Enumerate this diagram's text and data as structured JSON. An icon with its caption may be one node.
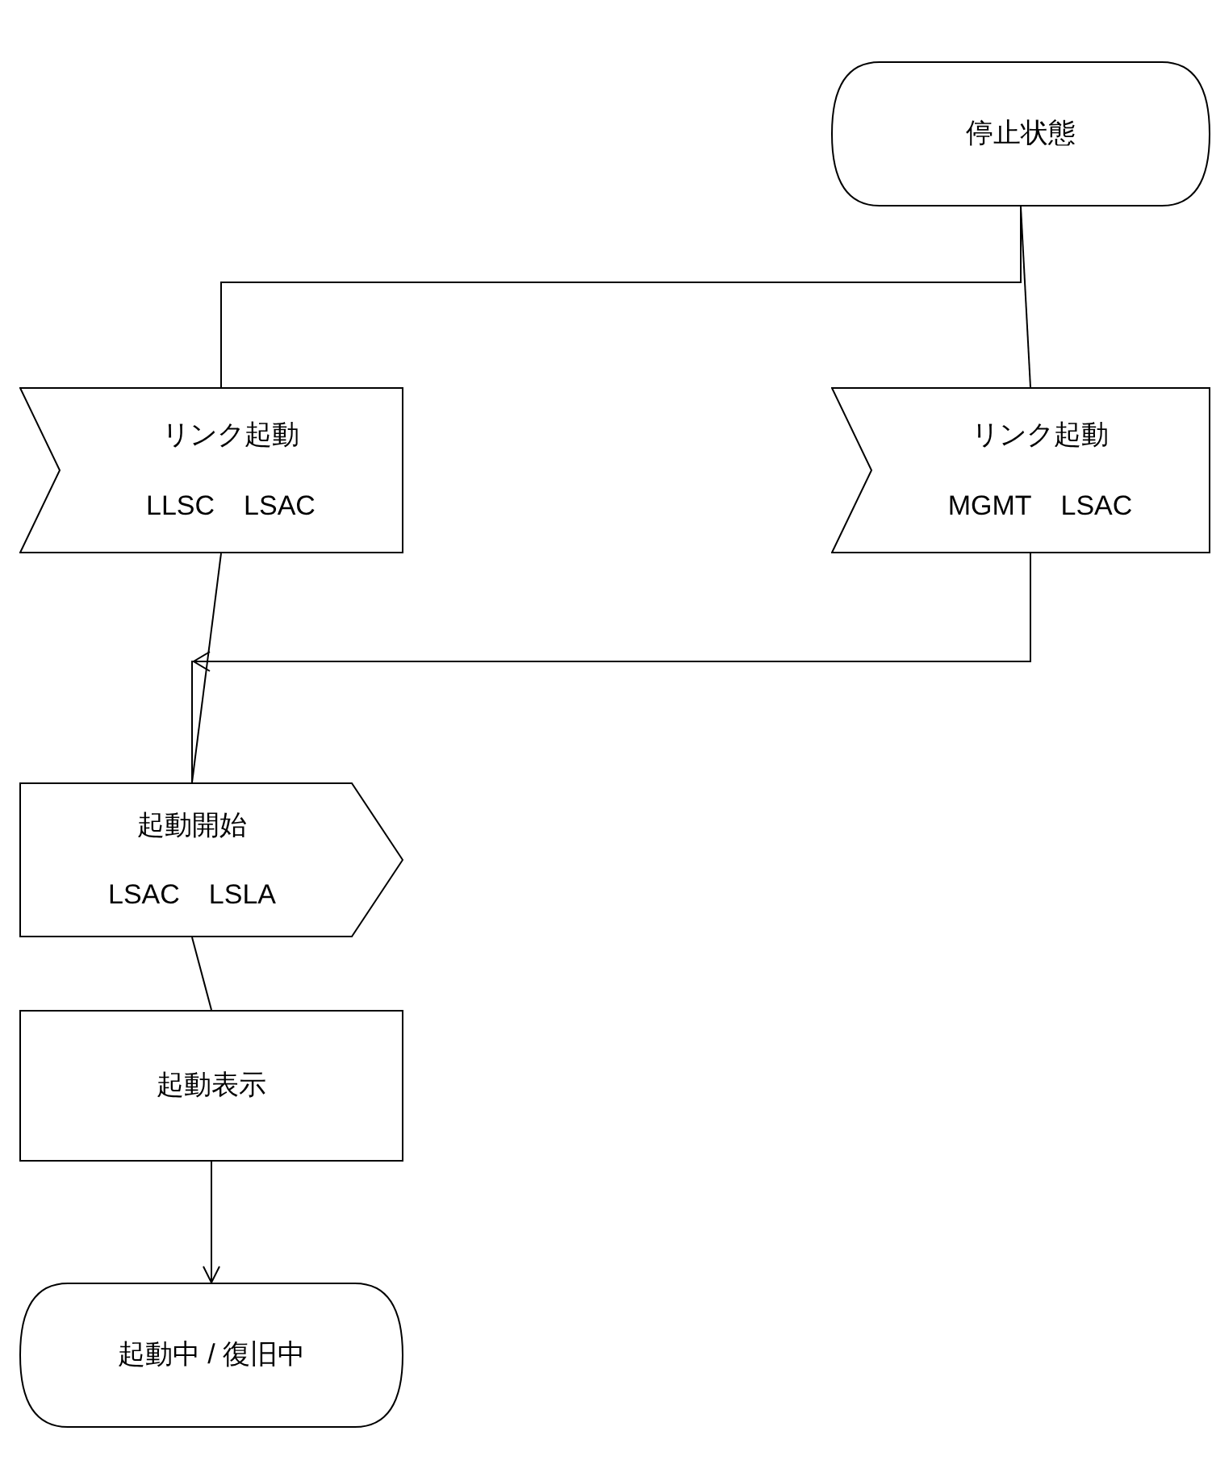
{
  "diagram": {
    "nodes": [
      {
        "text": [
          "停止状態"
        ]
      },
      {
        "text": [
          "リンク起動",
          "LLSC",
          "LSAC"
        ]
      },
      {
        "text": [
          "リンク起動",
          "MGMT",
          "LSAC"
        ]
      },
      {
        "text": [
          "起動開始",
          "LSAC",
          "LSLA"
        ]
      },
      {
        "text": [
          "起動表示"
        ]
      },
      {
        "text": [
          "起動中 / 復旧中"
        ]
      }
    ],
    "edges": [
      {
        "from": 0,
        "to": 1,
        "arrow": "none"
      },
      {
        "from": 0,
        "to": 2,
        "arrow": "none"
      },
      {
        "from": 1,
        "to": 3,
        "arrow": "none"
      },
      {
        "from": 2,
        "to": 3,
        "arrow": "to"
      },
      {
        "from": 3,
        "to": 4,
        "arrow": "none"
      },
      {
        "from": 4,
        "to": 5,
        "arrow": "to"
      }
    ]
  }
}
